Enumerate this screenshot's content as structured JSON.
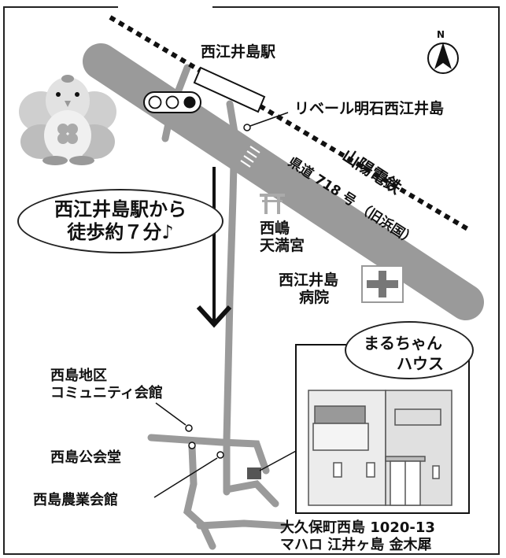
{
  "station": {
    "name": "西江井島駅"
  },
  "railway": {
    "name": "山陽電鉄"
  },
  "road": {
    "name": "県道 718 号 （旧浜国）"
  },
  "landmarks": {
    "riberu": "リベール明石西江井島",
    "shrine": [
      "西嶋",
      "天満宮"
    ],
    "hospital": [
      "西江井島",
      "病院"
    ],
    "community": [
      "西島地区",
      "コミュニティ会館"
    ],
    "kominkan": "西島公会堂",
    "nogyo": "西島農業会館"
  },
  "callout": {
    "line1": "西江井島駅から",
    "line2": "徒歩約７分♪"
  },
  "house": {
    "line1": "まるちゃん",
    "line2": "ハウス"
  },
  "address": {
    "line1": "大久保町西島  1020-13",
    "line2": "マハロ  江井ヶ島  金木犀"
  },
  "compass": {
    "label": "N"
  },
  "colors": {
    "road": "#9a9a9a",
    "building": "#dcdcdc",
    "rail": "#111111"
  }
}
